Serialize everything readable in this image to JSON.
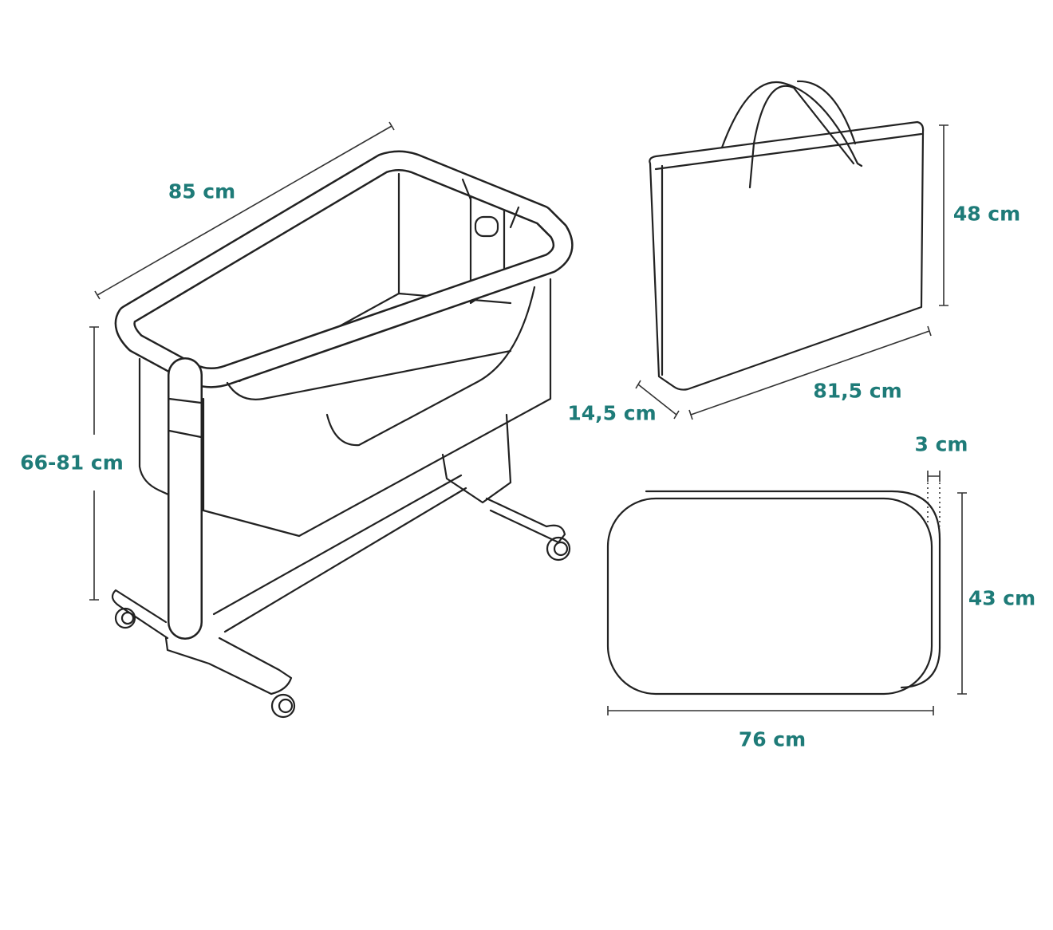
{
  "labels": {
    "bassinet_length": "85 cm",
    "bassinet_height": "66-81 cm",
    "bag_height": "48 cm",
    "bag_depth": "14,5 cm",
    "bag_width": "81,5 cm",
    "mattress_thickness": "3 cm",
    "mattress_depth": "43 cm",
    "mattress_width": "76 cm"
  },
  "colors": {
    "label": "#1e7b78",
    "line": "#222222",
    "background": "#ffffff"
  }
}
